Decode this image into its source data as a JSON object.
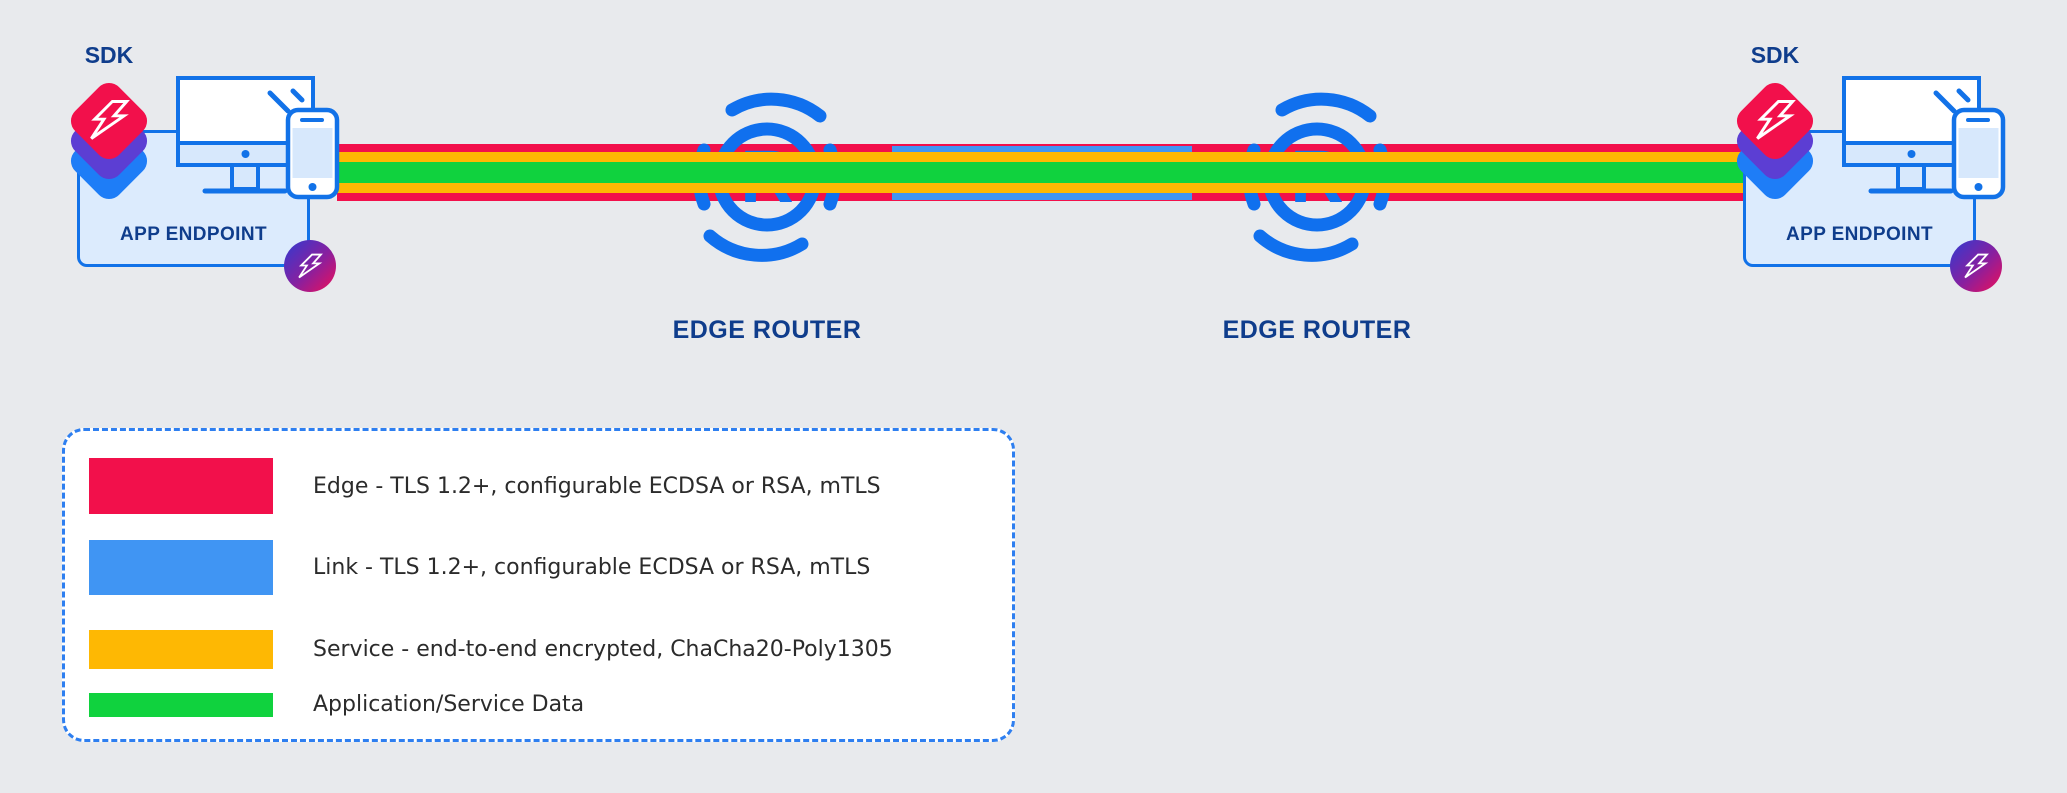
{
  "colors": {
    "background": "#e8eaed",
    "edge_red": "#f2104b",
    "link_blue": "#4095f3",
    "service_yellow": "#feb803",
    "data_green": "#10d23e",
    "icon_blue": "#1272e8",
    "router_glyph_blue": "#1070ee",
    "navy_label": "#0f3d8c",
    "legend_border_blue": "#2e7ff0"
  },
  "endpoints": [
    {
      "sdk_label": "SDK",
      "label": "APP ENDPOINT"
    },
    {
      "sdk_label": "SDK",
      "label": "APP ENDPOINT"
    }
  ],
  "routers": [
    {
      "label": "EDGE ROUTER",
      "icon_letter": "R"
    },
    {
      "label": "EDGE ROUTER",
      "icon_letter": "R"
    }
  ],
  "legend": {
    "items": [
      {
        "label": "Edge - TLS 1.2+, configurable ECDSA or RSA, mTLS",
        "color": "#f2104b"
      },
      {
        "label": "Link - TLS 1.2+, configurable ECDSA or RSA, mTLS",
        "color": "#4095f3"
      },
      {
        "label": "Service - end-to-end encrypted, ChaCha20-Poly1305",
        "color": "#feb803"
      },
      {
        "label": "Application/Service Data",
        "color": "#10d23e"
      }
    ]
  }
}
